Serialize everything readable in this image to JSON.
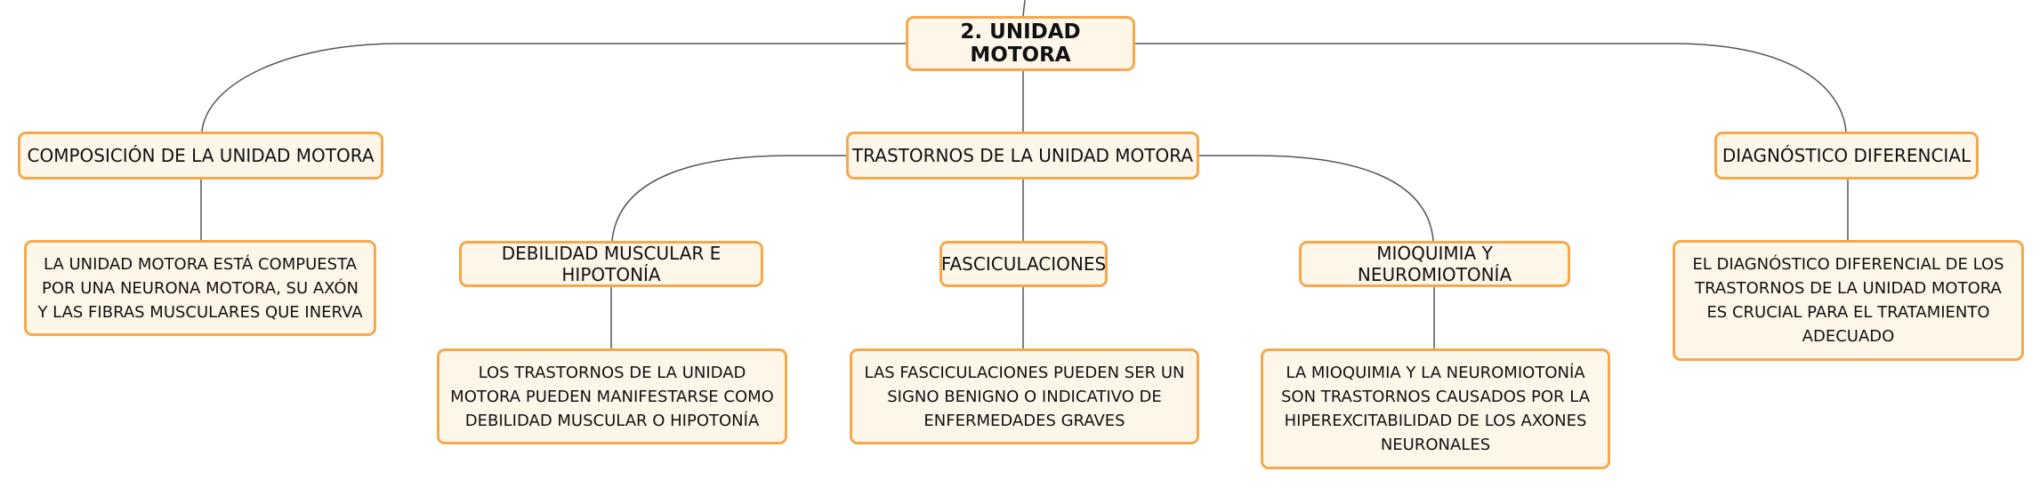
{
  "root": {
    "label": "2. UNIDAD MOTORA"
  },
  "branches": {
    "composicion": {
      "label": "COMPOSICIÓN DE LA UNIDAD MOTORA",
      "note": "LA UNIDAD MOTORA ESTÁ COMPUESTA POR UNA NEURONA MOTORA, SU AXÓN Y LAS FIBRAS MUSCULARES QUE INERVA"
    },
    "trastornos": {
      "label": "TRASTORNOS DE LA UNIDAD MOTORA",
      "children": {
        "debilidad": {
          "label": "DEBILIDAD MUSCULAR E HIPOTONÍA",
          "note": "LOS TRASTORNOS DE LA UNIDAD MOTORA PUEDEN MANIFESTARSE COMO DEBILIDAD MUSCULAR O HIPOTONÍA"
        },
        "fasciculaciones": {
          "label": "FASCICULACIONES",
          "note": "LAS FASCICULACIONES PUEDEN SER UN SIGNO BENIGNO O INDICATIVO DE ENFERMEDADES GRAVES"
        },
        "mioquimia": {
          "label": "MIOQUIMIA Y NEUROMIOTONÍA",
          "note": "LA MIOQUIMIA Y LA NEUROMIOTONÍA SON TRASTORNOS CAUSADOS POR LA HIPEREXCITABILIDAD DE LOS AXONES NEURONALES"
        }
      }
    },
    "diagnostico": {
      "label": "DIAGNÓSTICO DIFERENCIAL",
      "note": "EL DIAGNÓSTICO DIFERENCIAL DE LOS TRASTORNOS DE LA UNIDAD MOTORA ES CRUCIAL PARA EL TRATAMIENTO ADECUADO"
    }
  },
  "colors": {
    "node_fill": "#fff6ea",
    "node_border": "#f7a84a",
    "connector": "#555555",
    "text": "#111111"
  }
}
